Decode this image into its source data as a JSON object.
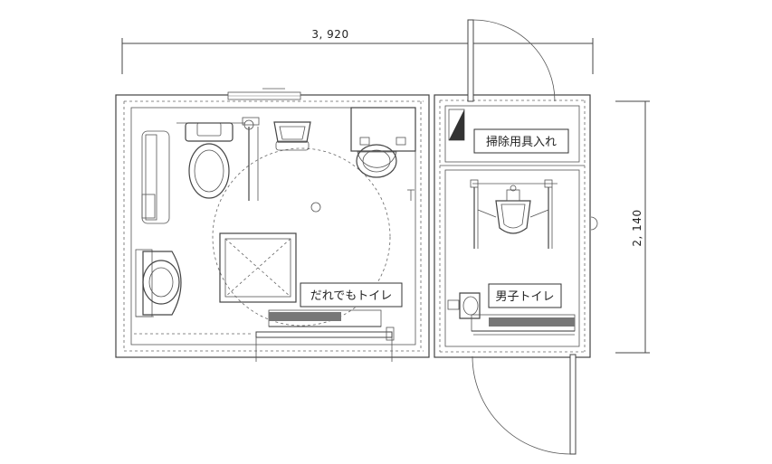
{
  "dimensions": {
    "width_label": "3, 920",
    "height_label": "2, 140"
  },
  "rooms": {
    "universal_toilet": "だれでもトイレ",
    "mens_toilet": "男子トイレ",
    "storage": "掃除用具入れ"
  }
}
